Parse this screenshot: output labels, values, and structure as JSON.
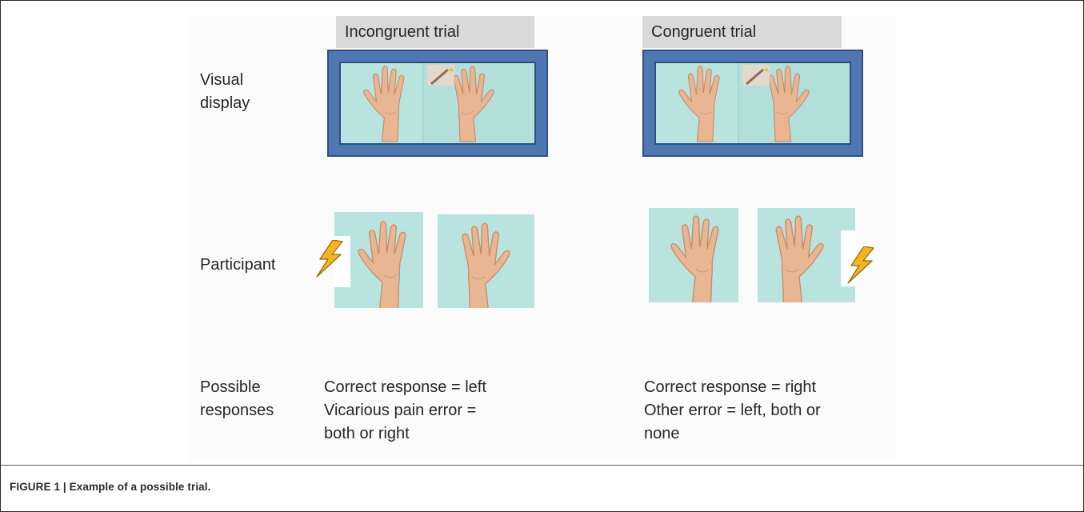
{
  "figure": {
    "rows": {
      "visual": "Visual\ndisplay",
      "participant": "Participant",
      "responses": "Possible\nresponses"
    },
    "incongruent": {
      "title": "Incongruent trial",
      "responses": [
        "Correct response = left",
        "Vicarious pain error =",
        "both or right"
      ]
    },
    "congruent": {
      "title": "Congruent trial",
      "responses": [
        "Correct response = right",
        "Other error = left, both or",
        "none"
      ]
    }
  },
  "caption": "FIGURE 1 | Example of a possible trial.",
  "colors": {
    "screen_blue": "#4f77b2",
    "screen_border": "#2f4f86",
    "tab_gray": "#d9d9d9",
    "photo_bg": "#b8e3df",
    "skin": "#e9b794",
    "bolt": "#f4b521"
  }
}
